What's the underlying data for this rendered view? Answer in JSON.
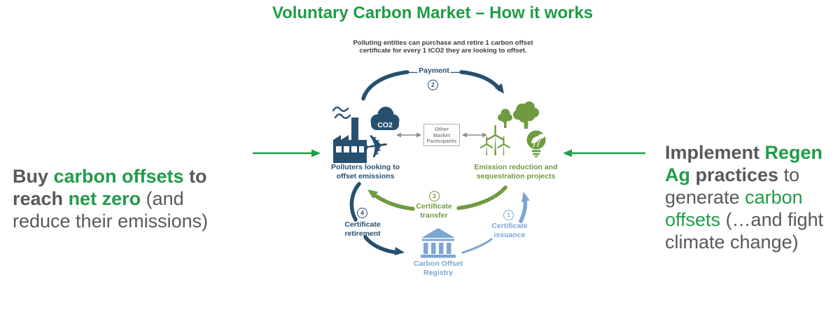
{
  "title": "Voluntary Carbon Market – How it works",
  "subtitle": {
    "line1": "Polluting entities can purchase and retire 1 carbon offset",
    "line2": "certificate for every 1 tCO2 they are looking to offset."
  },
  "left_callout": {
    "lines": [
      [
        {
          "t": "Buy ",
          "b": 1
        },
        {
          "t": "carbon offsets",
          "b": 1,
          "g": 1
        },
        {
          "t": " to",
          "b": 1
        }
      ],
      [
        {
          "t": "reach ",
          "b": 1
        },
        {
          "t": "net zero",
          "b": 1,
          "g": 1
        },
        {
          "t": " (and"
        }
      ],
      [
        {
          "t": "reduce their emissions)"
        }
      ]
    ]
  },
  "right_callout": {
    "lines": [
      [
        {
          "t": "Implement ",
          "b": 1
        },
        {
          "t": "Regen",
          "b": 1,
          "g": 1
        }
      ],
      [
        {
          "t": "Ag",
          "b": 1,
          "g": 1
        },
        {
          "t": " practices",
          "b": 1
        },
        {
          "t": " to"
        }
      ],
      [
        {
          "t": "generate "
        },
        {
          "t": "carbon",
          "g": 1
        }
      ],
      [
        {
          "t": "offsets",
          "g": 1
        },
        {
          "t": " (…and fight"
        }
      ],
      [
        {
          "t": "climate change)"
        }
      ]
    ]
  },
  "diagram": {
    "payment": {
      "label": "Payment",
      "step": "2"
    },
    "polluters": {
      "line1": "Polluters looking to",
      "line2": "offset emissions"
    },
    "co2_label": "CO2",
    "other_market": {
      "line1": "Other",
      "line2": "Market",
      "line3": "Participants"
    },
    "projects": {
      "line1": "Emission reduction and",
      "line2": "sequestration projects"
    },
    "transfer": {
      "step": "3",
      "line1": "Certificate",
      "line2": "transfer"
    },
    "retirement": {
      "step": "4",
      "line1": "Certificate",
      "line2": "retirement"
    },
    "issuance": {
      "step": "1",
      "line1": "Certificate",
      "line2": "issuance"
    },
    "registry": {
      "line1": "Carbon Offset",
      "line2": "Registry"
    }
  },
  "colors": {
    "title_green": "#1f9c46",
    "accent_green": "#219c49",
    "olive_green": "#6f9b40",
    "navy": "#27506f",
    "light_blue": "#7ba6d4",
    "text_gray": "#595959"
  }
}
